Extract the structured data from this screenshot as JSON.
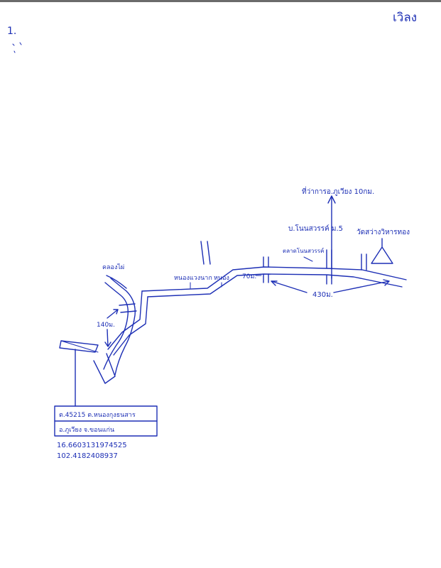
{
  "page_number": "เวิลง",
  "corner_mark": "1.",
  "labels": {
    "to_amphoe": "ที่ว่าการอ.ภูเวียง 10กม.",
    "village": "บ.โนนสวรรค์ ม.5",
    "temple": "วัดสว่างวิหารทอง",
    "canal": "คลองไผ่",
    "junction_left": "หนองแวงนาก",
    "junction_right": "หนอง",
    "shop": "ตลาดโนนสวรรค์",
    "dist_70": "70ม.",
    "dist_430": "430ม.",
    "dist_140": "140ม."
  },
  "location_box": {
    "line1": "ต.45215 ต.หนองกุงธนสาร",
    "line2": "อ.ภูเวียง จ.ขอนแก่น"
  },
  "coordinates": {
    "lat": "16.66031319745​25",
    "lon": "102.418​2408937"
  },
  "ink_color": "#1d2fb5"
}
